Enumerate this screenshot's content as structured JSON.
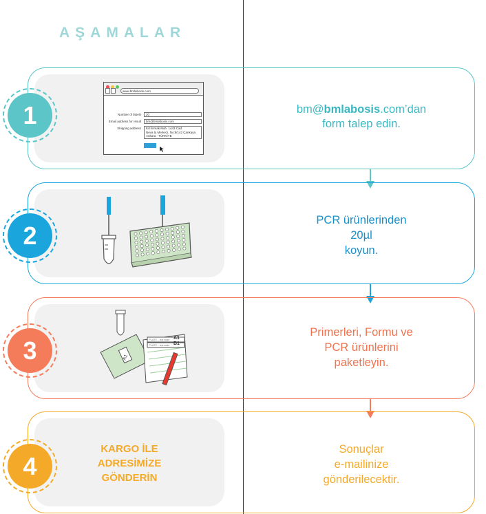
{
  "page": {
    "title": "AŞAMALAR"
  },
  "steps": [
    {
      "number": "1",
      "text_parts": [
        "bm@",
        "bmlabosis",
        ".com’dan",
        "form talep edin."
      ],
      "color": "#5bc5c8"
    },
    {
      "number": "2",
      "lines": [
        "PCR ürünlerinden",
        "20µl",
        "koyun."
      ],
      "color": "#1aa6dc"
    },
    {
      "number": "3",
      "lines": [
        "Primerleri, Formu ve",
        "PCR ürünlerini",
        "paketleyin."
      ],
      "color": "#f57c5b"
    },
    {
      "number": "4",
      "lines": [
        "Sonuçlar",
        "e-mailinize",
        "gönderilecektir."
      ],
      "color": "#f5a928"
    }
  ],
  "step1_browser": {
    "url": "www.bmlabosis.com",
    "labels": [
      "Number of labels",
      "Email address for result",
      "Shipping address"
    ],
    "values": [
      "20",
      "bm@bmlabosis.com",
      "Kızılırmak Mah. 1443 Cad.",
      "Neva İş Merkezi, No:8/142 Çankaya",
      "Ankara - TÜRKİYE"
    ]
  },
  "step3_labels": {
    "tag": "A1",
    "row1": "PLATE - barcode",
    "row2": "PLATE - barcode",
    "row1_value": "A1",
    "row2_value": "B1"
  },
  "step4_left": {
    "lines": [
      "KARGO İLE",
      "ADRESİMİZE",
      "GÖNDERİN"
    ]
  },
  "colors": {
    "title": "#9fd7d8",
    "panel": "#f1f1f1",
    "divider": "#3b3b3b"
  },
  "icons": [
    "browser-form-illustration",
    "pipette-tube-icon",
    "pipette-plate-icon",
    "package-illustration"
  ]
}
